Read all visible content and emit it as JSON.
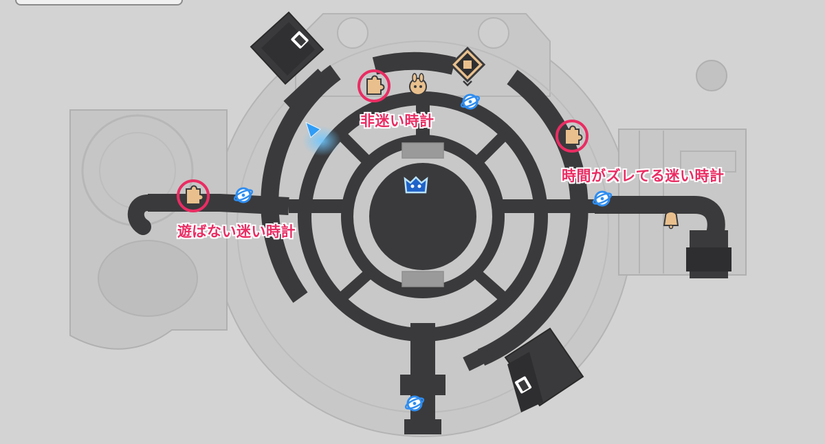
{
  "labels": {
    "top": "非迷い時計",
    "right": "時間がズレてる迷い時計",
    "left": "遊ばない迷い時計"
  },
  "colors": {
    "background": "#d3d3d3",
    "floor": "#3a3a3c",
    "accent": "#ea2c63",
    "icon_tan": "#e9c08d",
    "teleport_blue": "#2f8df0"
  },
  "icons": {
    "puzzle": "puzzle-piece-icon",
    "warp": "space-anchor-icon",
    "player": "player-arrow-icon",
    "mascot": "mascot-head-icon",
    "npc": "npc-bunny-icon",
    "shop": "shop-icon",
    "bell": "bell-icon",
    "door": "door-icon"
  }
}
